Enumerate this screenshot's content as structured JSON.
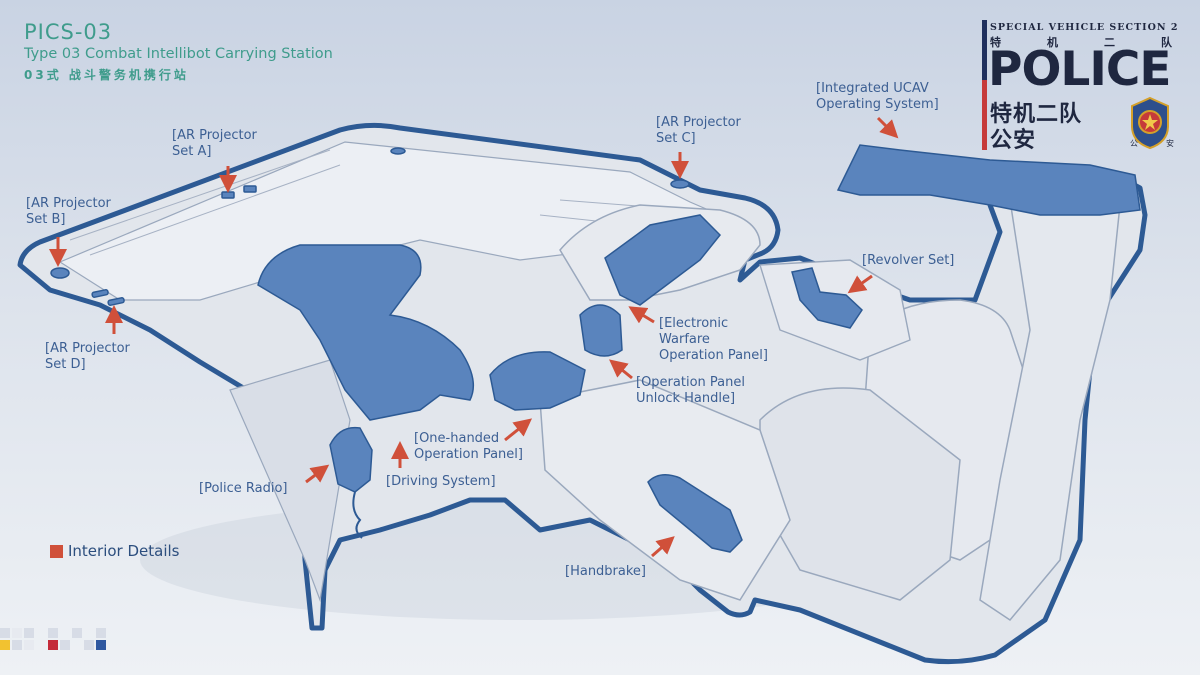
{
  "header": {
    "code": "PICS-03",
    "title_en": "Type 03 Combat Intellibot Carrying Station",
    "title_cn": "03式 战斗警务机携行站"
  },
  "logo": {
    "top_line": "SPECIAL VEHICLE SECTION 2",
    "top_cn": [
      "特",
      "机",
      "二",
      "队"
    ],
    "word": "POLICE",
    "cn_line1": "特机二队",
    "cn_line2": "公安",
    "badge_cn": [
      "公",
      "安"
    ],
    "bar_colors": [
      "#1f2f5e",
      "#c63a3a"
    ]
  },
  "labels": {
    "ar_a": "[AR Projector\nSet A]",
    "ar_b": "[AR Projector\nSet B]",
    "ar_c": "[AR Projector\nSet C]",
    "ar_d": "[AR Projector\nSet D]",
    "ucav": "[Integrated UCAV\nOperating System]",
    "revolver": "[Revolver Set]",
    "ew_panel": "[Electronic\nWarfare\nOperation Panel]",
    "unlock": "[Operation Panel\nUnlock Handle]",
    "one_handed": "[One-handed\nOperation Panel]",
    "driving": "[Driving System]",
    "radio": "[Police Radio]",
    "handbrake": "[Handbrake]"
  },
  "legend": {
    "label": "Interior Details",
    "color": "#d0503a"
  },
  "colors": {
    "accent_teal": "#3f9c8c",
    "label_blue": "#3c5f93",
    "outline_navy": "#2d5a94",
    "part_blue": "#5a84bd",
    "arrow_red": "#d0503a",
    "body_fill": "#e2e6ec"
  }
}
